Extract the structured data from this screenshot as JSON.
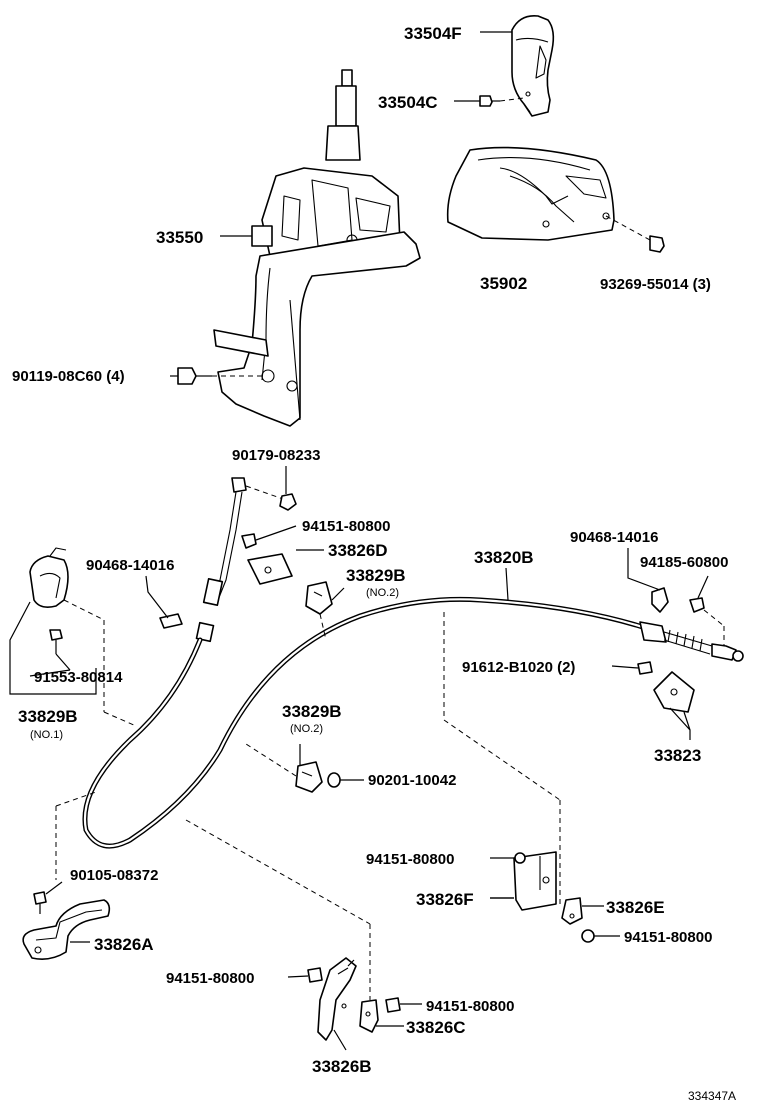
{
  "labels": {
    "p33504F": "33504F",
    "p33504C": "33504C",
    "p33550": "33550",
    "p35902": "35902",
    "p93269": "93269-55014 (3)",
    "p90119": "90119-08C60 (4)",
    "p90179": "90179-08233",
    "p94151a": "94151-80800",
    "p33826D": "33826D",
    "p90468a": "90468-14016",
    "p33829Ba": "33829B",
    "no2a": "(NO.2)",
    "p33820B": "33820B",
    "p90468b": "90468-14016",
    "p94185": "94185-60800",
    "p91612": "91612-B1020 (2)",
    "p91553": "91553-80814",
    "p33829Bb": "33829B",
    "no1": "(NO.1)",
    "p33829Bc": "33829B",
    "no2b": "(NO.2)",
    "p90201": "90201-10042",
    "p33823": "33823",
    "p94151b": "94151-80800",
    "p33826F": "33826F",
    "p33826E": "33826E",
    "p94151c": "94151-80800",
    "p90105": "90105-08372",
    "p33826A": "33826A",
    "p94151d": "94151-80800",
    "p94151e": "94151-80800",
    "p33826C": "33826C",
    "p33826B": "33826B",
    "diagram_id": "334347A"
  }
}
